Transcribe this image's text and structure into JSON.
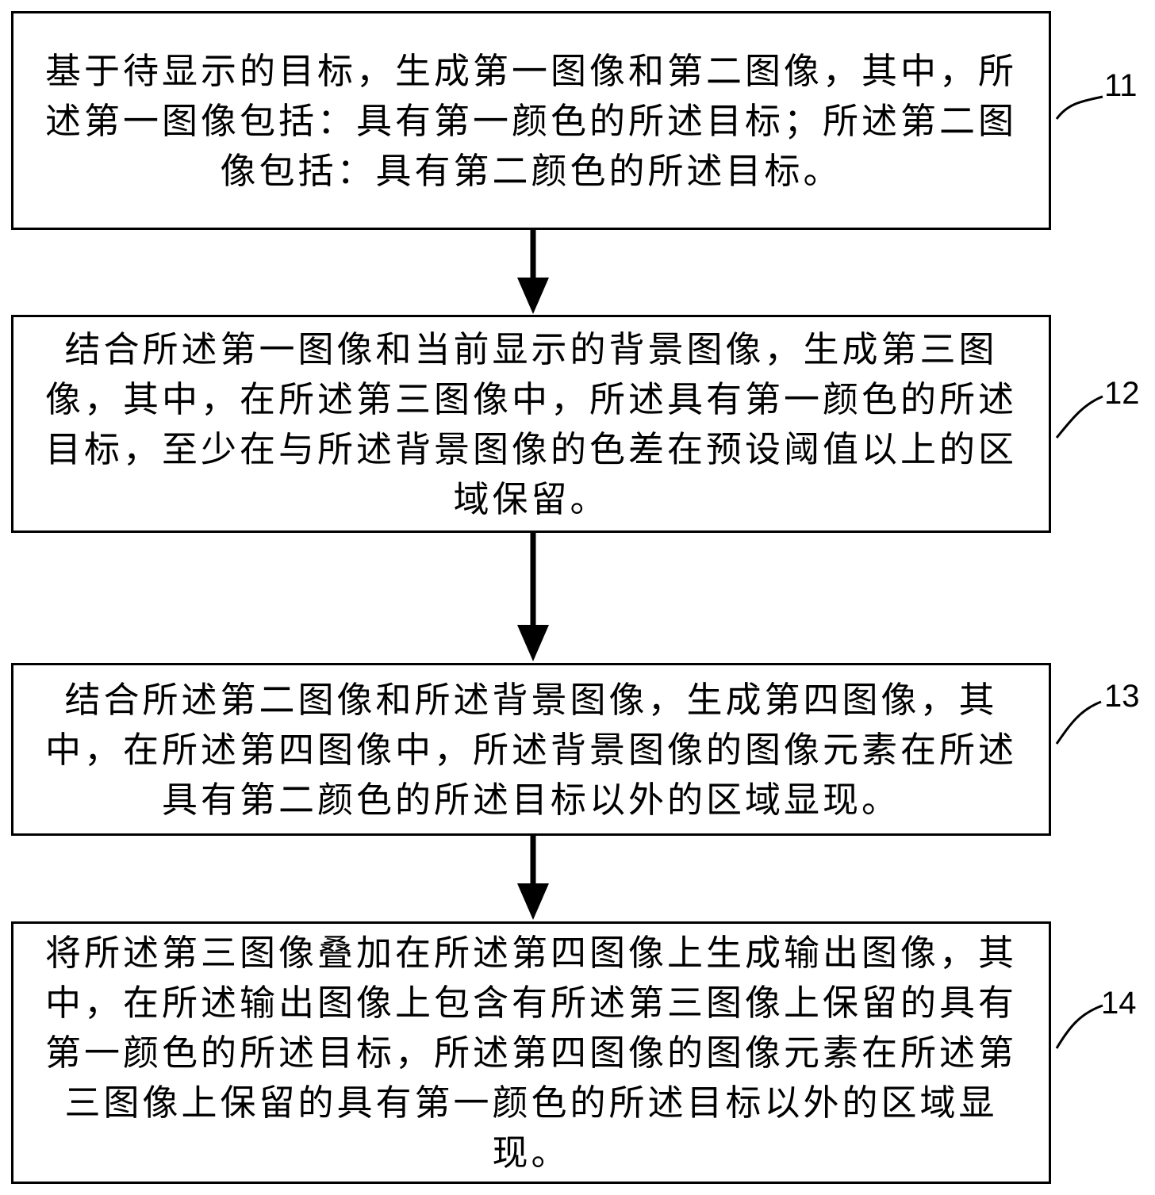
{
  "steps": [
    {
      "id": "11",
      "label": "11",
      "text": "基于待显示的目标，生成第一图像和第二图像，其中，所述第一图像包括：具有第一颜色的所述目标；所述第二图像包括：具有第二颜色的所述目标。"
    },
    {
      "id": "12",
      "label": "12",
      "text": "结合所述第一图像和当前显示的背景图像，生成第三图像，其中，在所述第三图像中，所述具有第一颜色的所述目标，至少在与所述背景图像的色差在预设阈值以上的区域保留。"
    },
    {
      "id": "13",
      "label": "13",
      "text": "结合所述第二图像和所述背景图像，生成第四图像，其中，在所述第四图像中，所述背景图像的图像元素在所述具有第二颜色的所述目标以外的区域显现。"
    },
    {
      "id": "14",
      "label": "14",
      "text": "将所述第三图像叠加在所述第四图像上生成输出图像，其中，在所述输出图像上包含有所述第三图像上保留的具有第一颜色的所述目标，所述第四图像的图像元素在所述第三图像上保留的具有第一颜色的所述目标以外的区域显现。"
    }
  ],
  "flow": [
    {
      "from": "11",
      "to": "12"
    },
    {
      "from": "12",
      "to": "13"
    },
    {
      "from": "13",
      "to": "14"
    }
  ]
}
